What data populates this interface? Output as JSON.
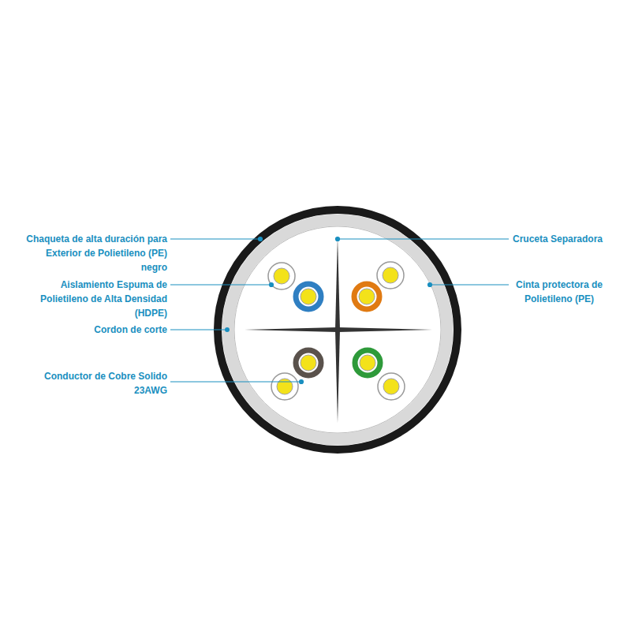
{
  "diagram": {
    "labels": [
      "Chaqueta de alta duración para Exterior de Polietileno (PE) negro",
      "Aislamiento Espuma de Polietileno de Alta Densidad (HDPE)",
      "Cordon de corte",
      "Conductor de Cobre Solido 23AWG",
      "Cruceta Separadora",
      "Cinta protectora de Polietileno (PE)"
    ]
  }
}
